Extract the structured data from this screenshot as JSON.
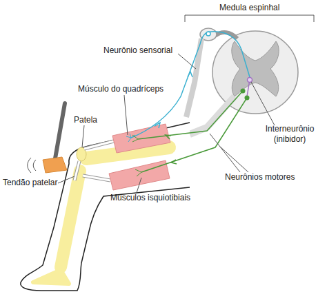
{
  "diagram": {
    "labels": [
      "Medula espinhal",
      "Neurônio sensorial",
      "Músculo do quadríceps",
      "Patela",
      "Interneurônio (inibidor)",
      "Neurônios motores",
      "Tendão patelar",
      "Músculos isquiotibiais"
    ]
  }
}
